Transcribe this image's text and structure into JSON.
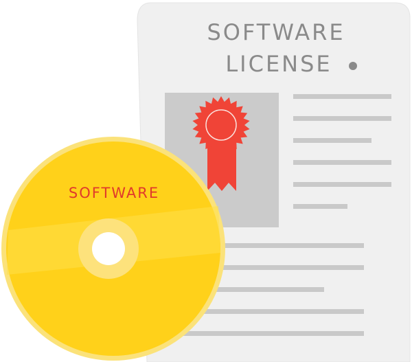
{
  "license_document": {
    "title_line_1": "SOFTWARE",
    "title_line_2": "LICENSE",
    "paper_color": "#f0f0f0",
    "text_line_color": "#c9c9c9",
    "photo_box_color": "#cbcbcb",
    "seal_color": "#f04437",
    "seal_icon": "award-ribbon-icon"
  },
  "disc": {
    "label": "SOFTWARE",
    "disc_color": "#ffd11a",
    "rim_color": "#fbe27a",
    "label_color": "#e0392b",
    "icon": "cd-disc-icon"
  }
}
